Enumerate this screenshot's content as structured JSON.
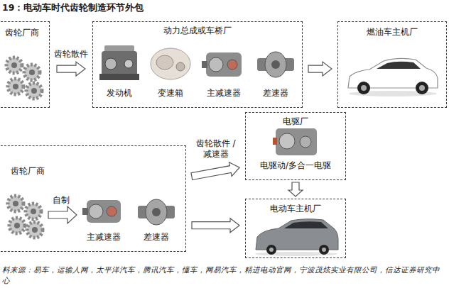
{
  "diagram": {
    "title": "19：电动车时代齿轮制造环节外包",
    "caption": "料来源：易车，运输人网，太平洋汽车，腾讯汽车，懂车，网易汽车，精进电动官网，宁波茂炫实业有限公司，信达证券研究中心",
    "nodes": [
      {
        "text": [
          "齿轮厂商"
        ]
      },
      {
        "text": [
          "动力总成或车桥厂"
        ]
      },
      {
        "text": [
          "燃油车主机厂"
        ]
      },
      {
        "text": [
          "电驱厂",
          "电驱动/多合一电驱"
        ]
      },
      {
        "text": [
          "齿轮厂商"
        ]
      },
      {
        "text": [
          "电动车主机厂"
        ]
      }
    ],
    "edges": [
      {
        "from": 0,
        "to": 1,
        "label": "齿轮散件",
        "arrow": "to"
      },
      {
        "from": 1,
        "to": 2,
        "arrow": "to"
      },
      {
        "from": 4,
        "to": 3,
        "label": "齿轮散件 /减速器",
        "arrow": "to"
      },
      {
        "from": 3,
        "to": 5,
        "arrow": "to"
      },
      {
        "from": 4,
        "to": 5,
        "arrow": "to"
      }
    ],
    "labels": [
      "发动机",
      "变速箱",
      "主减速器",
      "差速器",
      "自制",
      "主减速器",
      "差速器"
    ]
  }
}
